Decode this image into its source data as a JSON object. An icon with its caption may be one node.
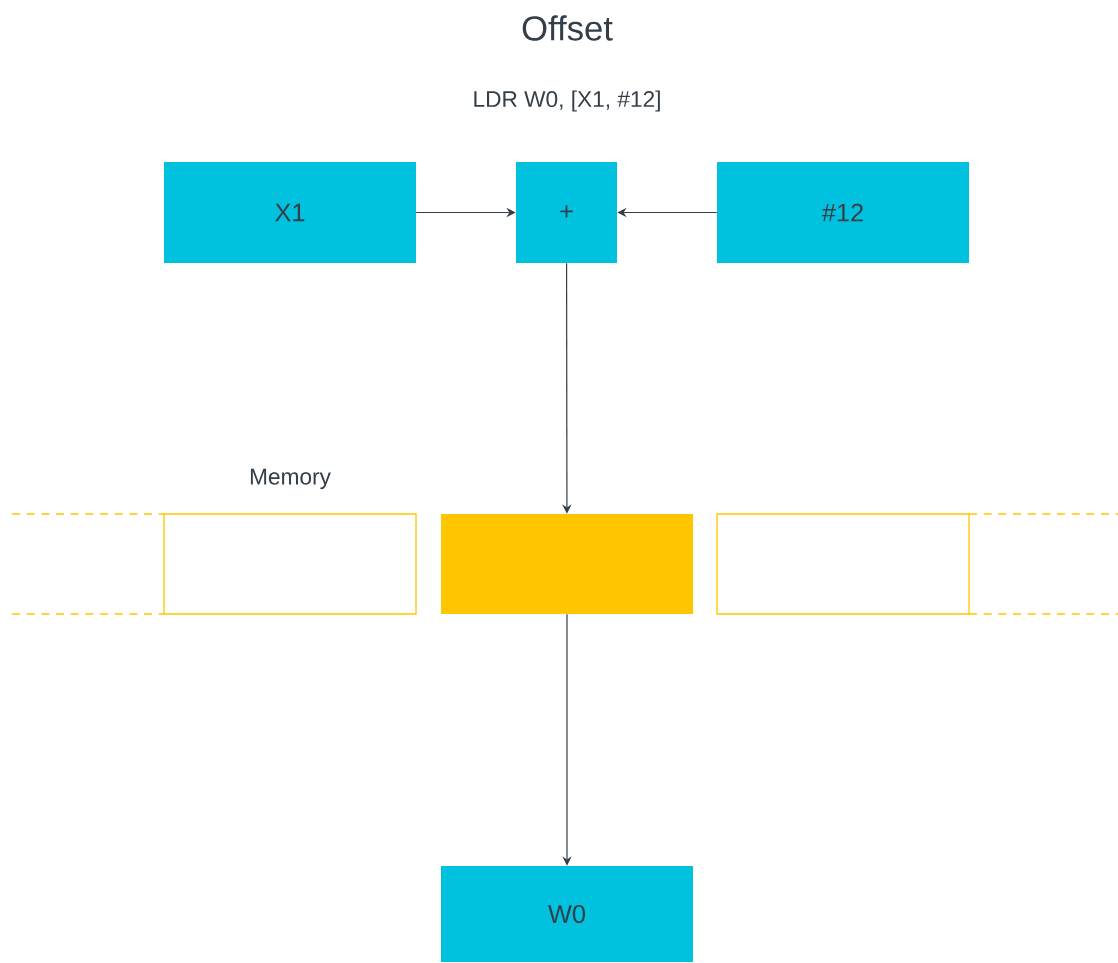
{
  "diagram": {
    "title": "Offset",
    "nodes": [
      {
        "text": [
          "X1"
        ]
      },
      {
        "text": [
          "+"
        ]
      },
      {
        "text": [
          "#12"
        ]
      },
      {
        "text": [],
        "shape": "box"
      },
      {
        "text": [],
        "shape": "box"
      },
      {
        "text": [],
        "shape": "box"
      },
      {
        "text": [
          "W0"
        ]
      }
    ],
    "edges": [
      {
        "from": 0,
        "to": 1,
        "arrow": "to"
      },
      {
        "from": 2,
        "to": 1,
        "arrow": "to"
      },
      {
        "from": 1,
        "to": 4,
        "arrow": "to"
      },
      {
        "from": 4,
        "to": 6,
        "arrow": "to"
      }
    ],
    "labels": [
      "LDR W0, [X1, #12]",
      "Memory"
    ]
  }
}
